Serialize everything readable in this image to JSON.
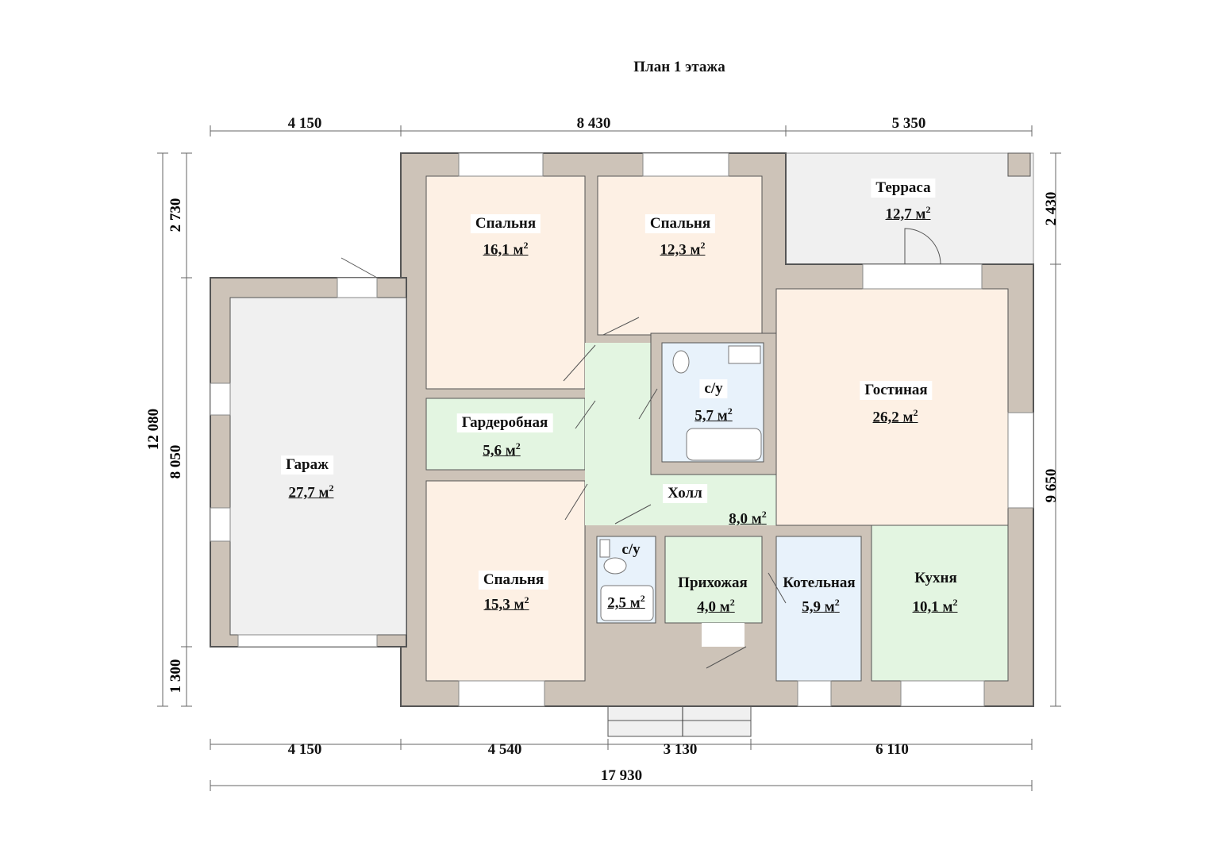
{
  "title": "План 1 этажа",
  "rooms": [
    {
      "name": "Спальня",
      "area": "16,1 м",
      "color": "#fdf0e4"
    },
    {
      "name": "Спальня",
      "area": "12,3 м",
      "color": "#fdf0e4"
    },
    {
      "name": "Терраса",
      "area": "12,7 м",
      "color": "#f0f0f0"
    },
    {
      "name": "Гардеробная",
      "area": "5,6 м",
      "color": "#e3f5e1"
    },
    {
      "name": "с/у",
      "area": "5,7 м",
      "color": "#e8f2fb"
    },
    {
      "name": "Гостиная",
      "area": "26,2 м",
      "color": "#fdf0e4"
    },
    {
      "name": "Гараж",
      "area": "27,7 м",
      "color": "#f0f0f0"
    },
    {
      "name": "Холл",
      "area": "8,0 м",
      "color": "#e3f5e1"
    },
    {
      "name": "с/у",
      "area": "2,5 м",
      "color": "#e8f2fb"
    },
    {
      "name": "Прихожая",
      "area": "4,0 м",
      "color": "#e3f5e1"
    },
    {
      "name": "Котельная",
      "area": "5,9 м",
      "color": "#e8f2fb"
    },
    {
      "name": "Кухня",
      "area": "10,1 м",
      "color": "#e3f5e1"
    },
    {
      "name": "Спальня",
      "area": "15,3 м",
      "color": "#fdf0e4"
    }
  ],
  "area_unit_sup": "2",
  "dimensions": {
    "top": [
      "4 150",
      "8 430",
      "5 350"
    ],
    "bottom": [
      "4 150",
      "4 540",
      "3 130",
      "6 110"
    ],
    "total": "17 930",
    "left_outer": "12 080",
    "left_inner": [
      "2 730",
      "8 050",
      "1 300"
    ],
    "right": [
      "2 430",
      "9 650"
    ]
  },
  "colors": {
    "wall": "#cdc3b8",
    "outline": "#555555"
  }
}
